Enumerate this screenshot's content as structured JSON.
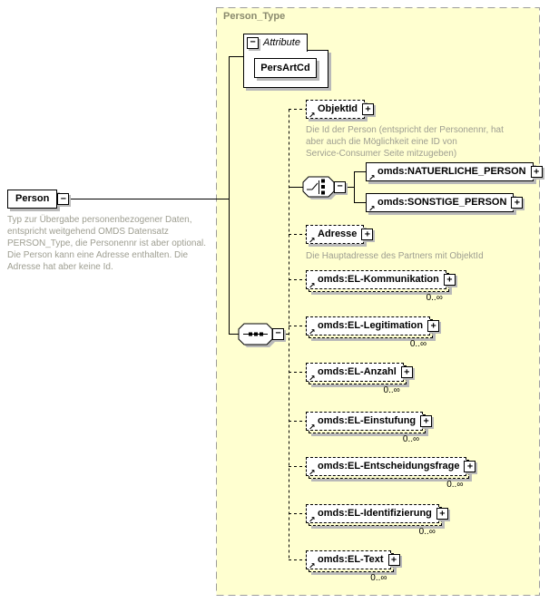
{
  "root_element": {
    "name": "Person",
    "description": "Typ zur Übergabe personenbezogener Daten,\nentspricht weitgehend OMDS Datensatz\nPERSON_Type, die Personennr ist aber optional.\nDie Person kann eine Adresse enthalten. Die\nAdresse hat aber keine Id."
  },
  "complex_type": {
    "name": "Person_Type"
  },
  "attributes": {
    "label": "Attribute",
    "items": [
      "PersArtCd"
    ]
  },
  "children": [
    {
      "label": "ObjektId",
      "optional": true,
      "description": "Die Id der Person (entspricht der Personennr, hat\naber auch die Möglichkeit eine ID von\nService-Consumer Seite mitzugeben)"
    },
    {
      "label": "omds:NATUERLICHE_PERSON"
    },
    {
      "label": "omds:SONSTIGE_PERSON"
    },
    {
      "label": "Adresse",
      "optional": true,
      "description": "Die Hauptadresse des Partners mit ObjektId"
    },
    {
      "label": "omds:EL-Kommunikation",
      "cardinality": "0..∞"
    },
    {
      "label": "omds:EL-Legitimation",
      "cardinality": "0..∞"
    },
    {
      "label": "omds:EL-Anzahl",
      "cardinality": "0..∞"
    },
    {
      "label": "omds:EL-Einstufung",
      "cardinality": "0..∞"
    },
    {
      "label": "omds:EL-Entscheidungsfrage",
      "cardinality": "0..∞"
    },
    {
      "label": "omds:EL-Identifizierung",
      "cardinality": "0..∞"
    },
    {
      "label": "omds:EL-Text",
      "cardinality": "0..∞"
    }
  ],
  "icons": {
    "expand": "+",
    "collapse": "−",
    "reference": "↗"
  },
  "colors": {
    "container_fill": "#ffffd0",
    "container_border": "#9c9c9c",
    "box_border": "#000000",
    "shadow": "#b9b9b9",
    "muted_text": "#9e9e91",
    "container_label": "#8a8a6e"
  }
}
